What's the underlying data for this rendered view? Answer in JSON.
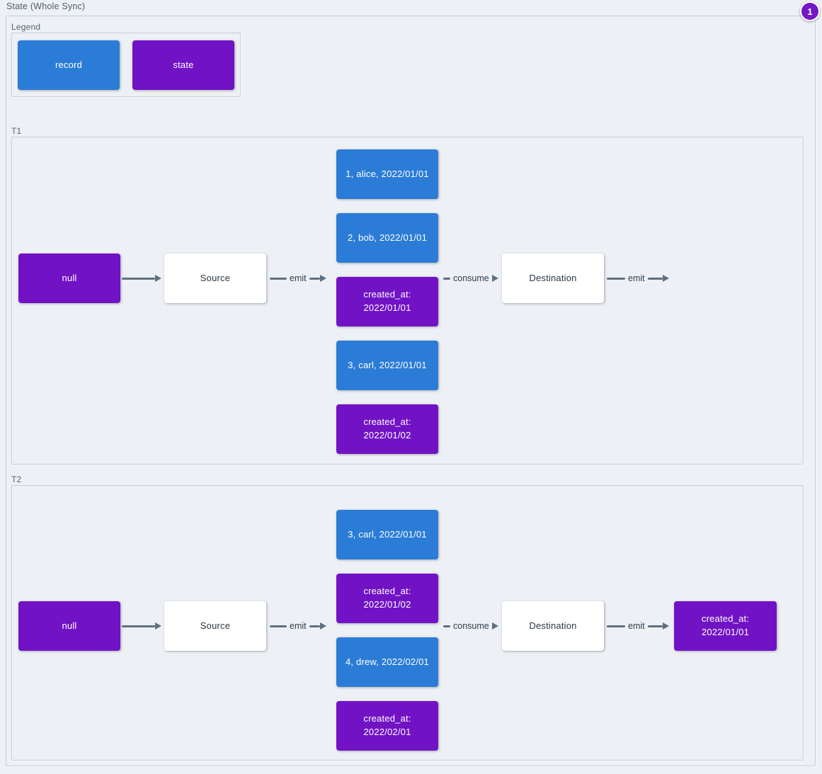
{
  "title": "State (Whole Sync)",
  "badge": "1",
  "colors": {
    "record_blue": "#2b7cd6",
    "state_purple": "#7113c4",
    "arrow_gray": "#5d7080",
    "background": "#edf0f4",
    "badge_purple": "#7417c6"
  },
  "legend": {
    "label": "Legend",
    "items": [
      {
        "label": "record",
        "type": "record"
      },
      {
        "label": "state",
        "type": "state"
      }
    ]
  },
  "sections": [
    {
      "label": "T1",
      "state_in": "null",
      "source": "Source",
      "destination": "Destination",
      "emit_source_label": "emit",
      "consume_label": "consume",
      "emit_destination_label": "emit",
      "queue": [
        {
          "text": "1, alice, 2022/01/01",
          "type": "record"
        },
        {
          "text": "2, bob, 2022/01/01",
          "type": "record"
        },
        {
          "text": "created_at:\n2022/01/01",
          "type": "state"
        },
        {
          "text": "3, carl, 2022/01/01",
          "type": "record"
        },
        {
          "text": "created_at:\n2022/01/02",
          "type": "state"
        }
      ]
    },
    {
      "label": "T2",
      "state_in": "null",
      "source": "Source",
      "destination": "Destination",
      "emit_source_label": "emit",
      "consume_label": "consume",
      "emit_destination_label": "emit",
      "queue": [
        {
          "text": "3, carl, 2022/01/01",
          "type": "record"
        },
        {
          "text": "created_at:\n2022/01/02",
          "type": "state"
        },
        {
          "text": "4, drew, 2022/02/01",
          "type": "record"
        },
        {
          "text": "created_at:\n2022/02/01",
          "type": "state"
        }
      ],
      "state_out": "created_at:\n2022/01/01"
    }
  ]
}
